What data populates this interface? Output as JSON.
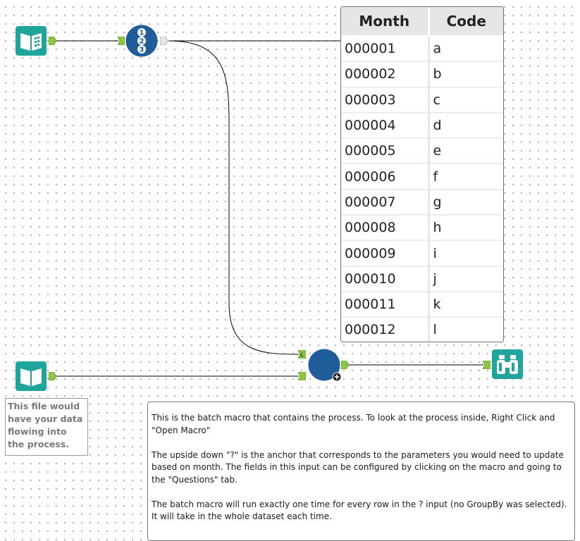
{
  "canvas": {
    "tools": [
      {
        "name": "input-data-top",
        "icon": "book-icon"
      },
      {
        "name": "record-id",
        "icon": "numbered-list-icon"
      },
      {
        "name": "input-data-bottom",
        "icon": "book-icon"
      },
      {
        "name": "batch-macro",
        "icon": "batch-macro-circle-icon"
      },
      {
        "name": "browse",
        "icon": "binoculars-icon"
      }
    ],
    "record_id_digits": [
      "1",
      "2",
      "3"
    ],
    "colors": {
      "input_tool": "#1fa59e",
      "macro": "#1f5d9a",
      "anchor": "#8dc63f",
      "wire": "#000000"
    }
  },
  "browse_table": {
    "columns": [
      "Month",
      "Code"
    ],
    "rows": [
      [
        "000001",
        "a"
      ],
      [
        "000002",
        "b"
      ],
      [
        "000003",
        "c"
      ],
      [
        "000004",
        "d"
      ],
      [
        "000005",
        "e"
      ],
      [
        "000006",
        "f"
      ],
      [
        "000007",
        "g"
      ],
      [
        "000008",
        "h"
      ],
      [
        "000009",
        "i"
      ],
      [
        "000010",
        "j"
      ],
      [
        "000011",
        "k"
      ],
      [
        "000012",
        "l"
      ]
    ]
  },
  "comments": {
    "data_note": "This file would have your data flowing into the process.",
    "macro_note": [
      "This is the batch macro that contains the process. To look at the process inside, Right Click and \"Open Macro\"",
      "The upside down \"?\" is the anchor that corresponds to the parameters you would need to update based on month. The fields in this input can be configured by clicking on the macro and going to the \"Questions\" tab.",
      "The batch macro will run exactly one time for every row in the ? input (no GroupBy was selected). It will take in the whole dataset each time."
    ]
  }
}
